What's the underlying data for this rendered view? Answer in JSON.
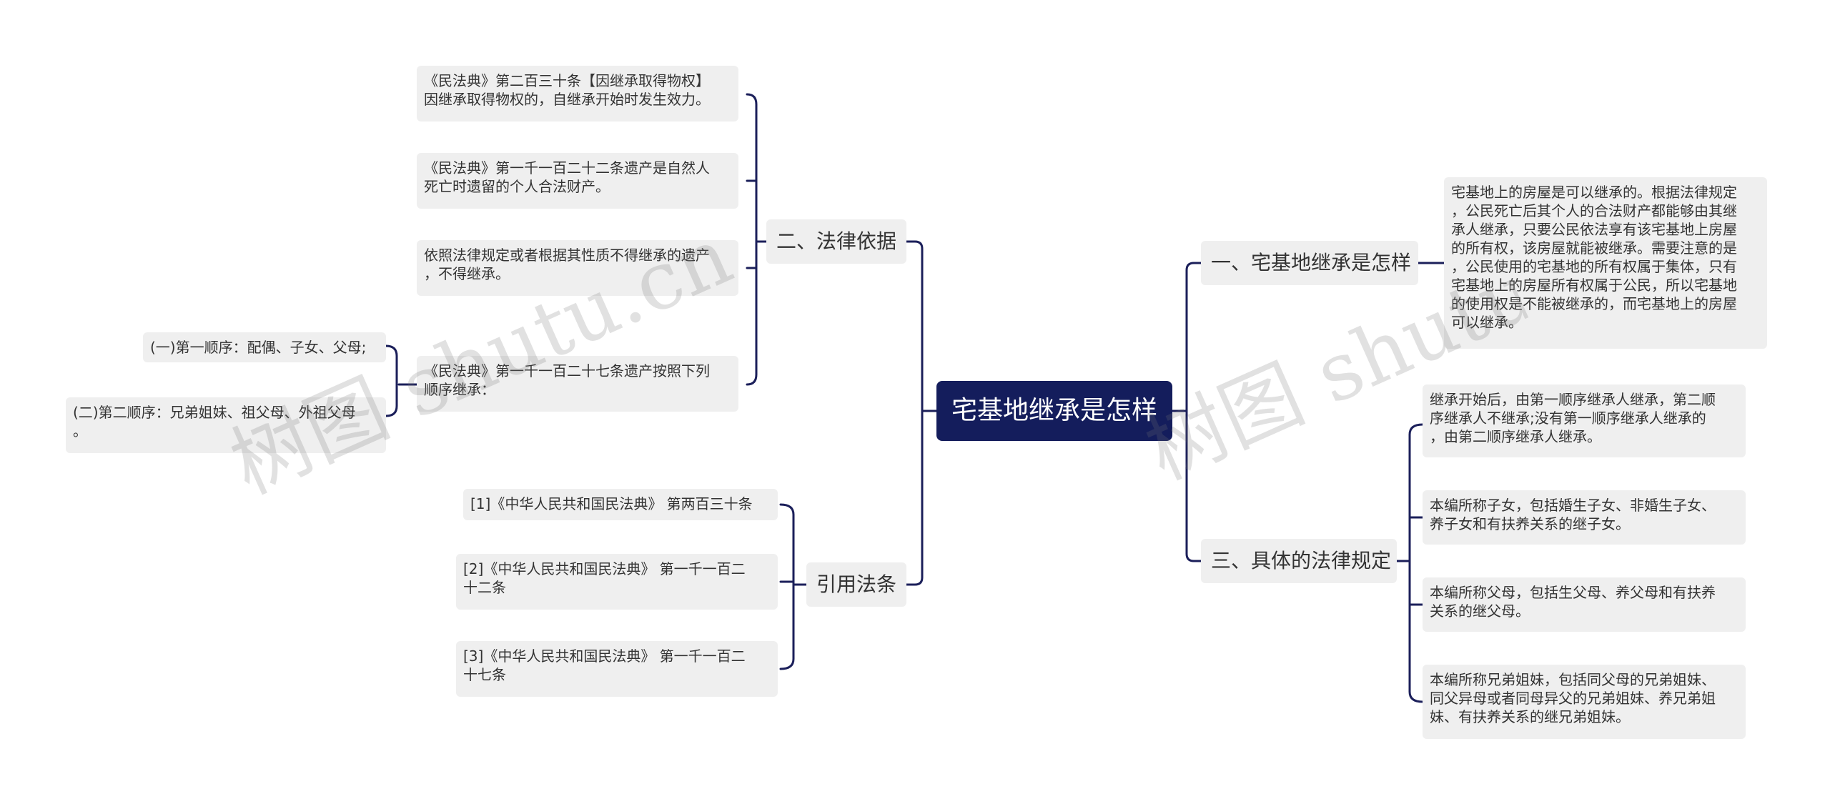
{
  "center": {
    "label": "宅基地继承是怎样"
  },
  "branches": {
    "law_basis": {
      "label": "二、法律依据",
      "items": [
        "《民法典》第二百三十条【因继承取得物权】\n因继承取得物权的，自继承开始时发生效力。",
        "《民法典》第一千一百二十二条遗产是自然人\n死亡时遗留的个人合法财产。",
        "依照法律规定或者根据其性质不得继承的遗产\n，不得继承。",
        "《民法典》第一千一百二十七条遗产按照下列\n顺序继承："
      ],
      "order": [
        "(一)第一顺序：配偶、子女、父母;",
        "(二)第二顺序：兄弟姐妹、祖父母、外祖父母\n。"
      ]
    },
    "citations": {
      "label": "引用法条",
      "items": [
        "[1]《中华人民共和国民法典》 第两百三十条",
        "[2]《中华人民共和国民法典》 第一千一百二\n十二条",
        "[3]《中华人民共和国民法典》 第一千一百二\n十七条"
      ]
    },
    "can_inherit": {
      "label": "一、宅基地继承是怎样",
      "detail": "宅基地上的房屋是可以继承的。根据法律规定\n，公民死亡后其个人的合法财产都能够由其继\n承人继承，只要公民依法享有该宅基地上房屋\n的所有权，该房屋就能被继承。需要注意的是\n，公民使用的宅基地的所有权属于集体，只有\n宅基地上的房屋所有权属于公民，所以宅基地\n的使用权是不能被继承的，而宅基地上的房屋\n可以继承。"
    },
    "specific_rules": {
      "label": "三、具体的法律规定",
      "items": [
        "继承开始后，由第一顺序继承人继承，第二顺\n序继承人不继承;没有第一顺序继承人继承的\n，由第二顺序继承人继承。",
        "本编所称子女，包括婚生子女、非婚生子女、\n养子女和有扶养关系的继子女。",
        "本编所称父母，包括生父母、养父母和有扶养\n关系的继父母。",
        "本编所称兄弟姐妹，包括同父母的兄弟姐妹、\n同父异母或者同母异父的兄弟姐妹、养兄弟姐\n妹、有扶养关系的继兄弟姐妹。"
      ]
    }
  },
  "watermarks": [
    "树图 shutu.cn",
    "树图 shutu.cn"
  ],
  "colors": {
    "center_bg": "#141d5c",
    "line": "#1b1f5a",
    "node_bg": "#efefef",
    "text": "#333333"
  }
}
